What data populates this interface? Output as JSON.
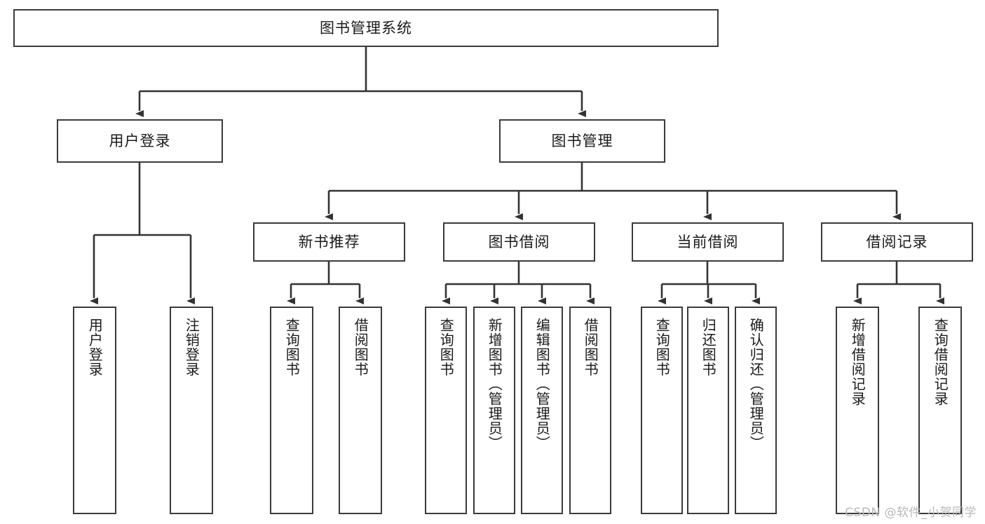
{
  "diagram": {
    "title": "图书管理系统",
    "type": "tree-structure-chart",
    "watermark": "CSDN @软件_小贺同学",
    "colors": {
      "box_border": "#3b3b3b",
      "box_fill": "#ffffff",
      "edge": "#333333",
      "text": "#1a1a1a",
      "watermark": "#b9b9b9",
      "background": "#ffffff"
    },
    "root": {
      "label": "图书管理系统"
    },
    "level2": [
      {
        "label": "用户登录"
      },
      {
        "label": "图书管理"
      }
    ],
    "level3": [
      {
        "label": "新书推荐"
      },
      {
        "label": "图书借阅"
      },
      {
        "label": "当前借阅"
      },
      {
        "label": "借阅记录"
      }
    ],
    "leaves": {
      "user_login": [
        {
          "label": "用户登录"
        },
        {
          "label": "注销登录"
        }
      ],
      "new_book_recommend": [
        {
          "label": "查询图书"
        },
        {
          "label": "借阅图书"
        }
      ],
      "book_borrow": [
        {
          "label": "查询图书"
        },
        {
          "label": "新增图书（管理员）"
        },
        {
          "label": "编辑图书（管理员）"
        },
        {
          "label": "借阅图书"
        }
      ],
      "current_borrow": [
        {
          "label": "查询图书"
        },
        {
          "label": "归还图书"
        },
        {
          "label": "确认归还（管理员）"
        }
      ],
      "borrow_record": [
        {
          "label": "新增借阅记录"
        },
        {
          "label": "查询借阅记录"
        }
      ]
    }
  }
}
